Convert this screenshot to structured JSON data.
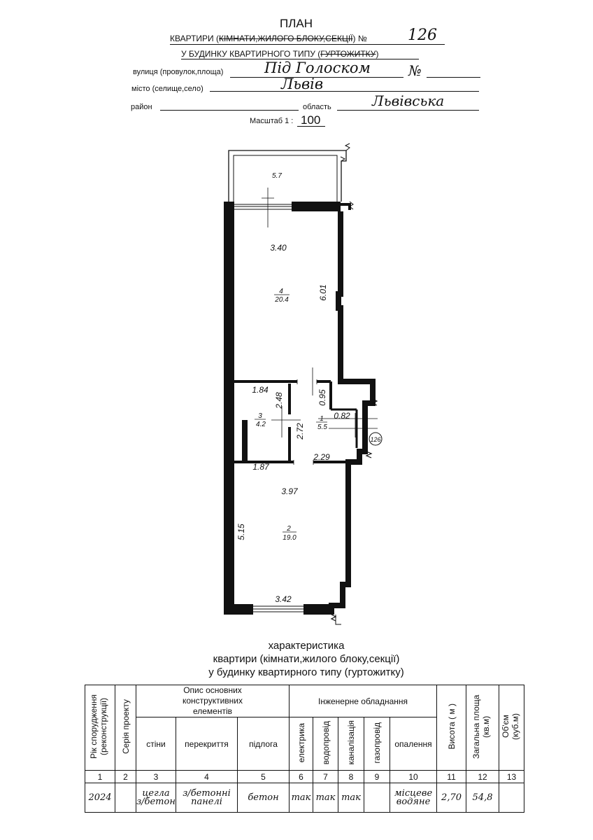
{
  "header": {
    "title": "ПЛАН",
    "line1_prefix": "КВАРТИРИ (",
    "line1_struck": "КІМНАТИ,ЖИЛОГО БЛОКУ,СЕКЦІЇ",
    "line1_suffix": ") №",
    "apartment_no": "126",
    "line2_prefix": "У БУДИНКУ КВАРТИРНОГО ТИПУ (",
    "line2_struck": "ГУРТОЖИТКУ",
    "line2_suffix": ")",
    "street_label": "вулиця (провулок,площа)",
    "street_value": "Під Голоском",
    "number_label": "№",
    "city_label": "місто (селище,село)",
    "city_value": "Львів",
    "district_label": "район",
    "region_label": "область",
    "region_value": "Львівська",
    "scale_label": "Масштаб 1 :",
    "scale_value": "100"
  },
  "plan": {
    "balcony_dim": "5.7",
    "room4_width": "3.40",
    "room4_number": "4",
    "room4_area": "20.4",
    "room4_length": "6.01",
    "room3_width": "1.84",
    "room3_length": "2.48",
    "room3_number": "3",
    "room3_area": "4.2",
    "hall_width_top": "0.95",
    "hall_length": "2.72",
    "hall_number": "1",
    "hall_area": "5.5",
    "entry_dim": "0.82",
    "apartment_tag": "126",
    "room3_bottom_width": "1.87",
    "hall_bottom_width": "2.29",
    "room2_width": "3.97",
    "room2_length": "5.15",
    "room2_number": "2",
    "room2_area": "19.0",
    "room2_bottom_width": "3.42"
  },
  "characteristics": {
    "title_line1": "характеристика",
    "title_line2": "квартири (кімнати,жилого блоку,секції)",
    "title_line3": "у будинку квартирного типу (гуртожитку)"
  },
  "table": {
    "h_year": "Рік спорудження (реконструкції)",
    "h_series": "Серія проекту",
    "h_structural": "Опис основних конструктивних елементів",
    "h_walls": "стіни",
    "h_floors": "перекриття",
    "h_flooring": "підлога",
    "h_engineering": "Інженерне обладнання",
    "h_electric": "електрика",
    "h_water": "водопровід",
    "h_sewer": "каналізація",
    "h_gas": "газопровід",
    "h_heating": "опалення",
    "h_height": "Висота ( м )",
    "h_area": "Загальна площа (кв.м)",
    "h_volume": "Об'єм (куб.м)",
    "col_numbers": [
      "1",
      "2",
      "3",
      "4",
      "5",
      "6",
      "7",
      "8",
      "9",
      "10",
      "11",
      "12",
      "13"
    ],
    "row": {
      "year": "2024",
      "series": "",
      "walls_l1": "цегла",
      "walls_l2": "з/бетон",
      "floors_l1": "з/бетонні",
      "floors_l2": "панелі",
      "flooring": "бетон",
      "electric": "так",
      "water": "так",
      "sewer": "так",
      "gas": "",
      "heating_l1": "місцеве",
      "heating_l2": "водяне",
      "height": "2,70",
      "area": "54,8",
      "volume": ""
    }
  }
}
